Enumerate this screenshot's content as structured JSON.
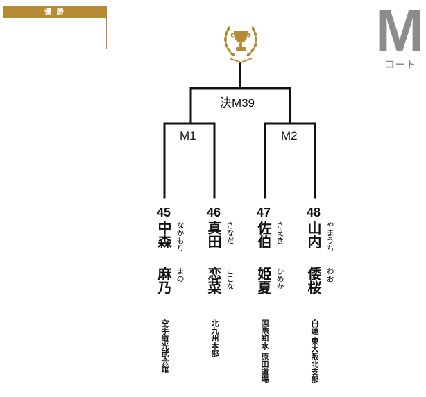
{
  "winner_box": {
    "label": "優 勝"
  },
  "court": {
    "letter": "M",
    "label": "コート"
  },
  "matches": {
    "final": "決M39",
    "m1": "M1",
    "m2": "M2"
  },
  "players": [
    {
      "number": "45",
      "surname": "中森",
      "given": "麻乃",
      "surname_kana": "なかもり",
      "given_kana": "まの",
      "club": "空手道光武会館"
    },
    {
      "number": "46",
      "surname": "真田",
      "given": "恋菜",
      "surname_kana": "さなだ",
      "given_kana": "ここな",
      "club": "北九州本部"
    },
    {
      "number": "47",
      "surname": "佐伯",
      "given": "姫夏",
      "surname_kana": "さえき",
      "given_kana": "ひめか",
      "club": "国際知水 原田道場"
    },
    {
      "number": "48",
      "surname": "山内",
      "given": "倭桜",
      "surname_kana": "やまうち",
      "given_kana": "わお",
      "club": "白蓮 東大阪北支部"
    }
  ],
  "colors": {
    "gold": "#b58b35",
    "court_gray": "#8c8c8c",
    "line": "#111111"
  },
  "icons": {
    "trophy": "trophy-laurel-icon"
  }
}
